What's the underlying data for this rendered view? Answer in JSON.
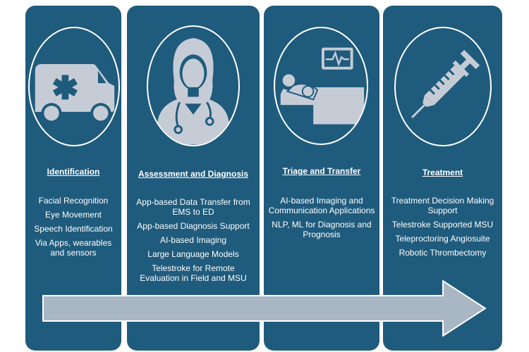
{
  "columns": [
    {
      "title": "Identification",
      "icon": "ambulance-icon",
      "items": [
        "Facial Recognition",
        "Eye Movement",
        "Speech Identification",
        "Via Apps, wearables and sensors"
      ]
    },
    {
      "title": "Assessment and Diagnosis",
      "icon": "doctor-icon",
      "items": [
        "App-based Data Transfer from EMS to ED",
        "App-based Diagnosis Support",
        "AI-based Imaging",
        "Large Language Models",
        "Telestroke for Remote Evaluation in Field and MSU"
      ]
    },
    {
      "title": "Triage and Transfer",
      "icon": "hospital-bed-icon",
      "items": [
        "AI-based Imaging and Communication Applications",
        "NLP, ML for Diagnosis and Prognosis"
      ]
    },
    {
      "title": "Treatment",
      "icon": "syringe-icon",
      "items": [
        "Treatment Decision Making Support",
        "Telestroke Supported MSU",
        "Teleproctoring Angiosuite",
        "Robotic Thrombectomy"
      ]
    }
  ],
  "colors": {
    "panel": "#1f5b7c",
    "icon": "#c6ccd6",
    "arrow": "#a9b6c3",
    "text": "#ffffff"
  },
  "arrow_icon": "progress-arrow-icon"
}
